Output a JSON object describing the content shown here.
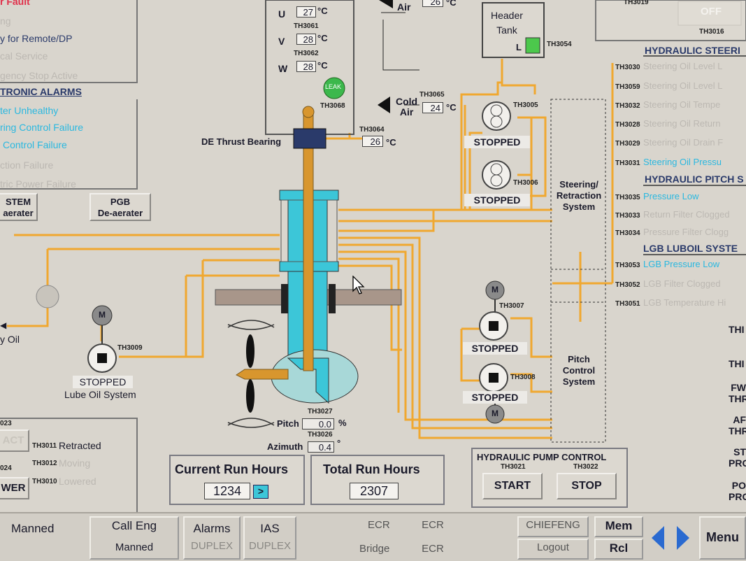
{
  "left_top": {
    "lines": [
      {
        "text": "r Fault",
        "color": "red"
      },
      {
        "text": "ng",
        "color": "grey"
      },
      {
        "text": "y for Remote/DP",
        "color": "dark"
      },
      {
        "text": "cal Service",
        "color": "grey"
      },
      {
        "text": "gency Stop Active",
        "color": "grey"
      }
    ]
  },
  "electronic_alarms": {
    "title": "TRONIC ALARMS",
    "items": [
      {
        "text": "ter Unhealthy",
        "color": "cyan"
      },
      {
        "text": "ring Control Failure",
        "color": "cyan"
      },
      {
        "text": "Control Failure",
        "color": "cyan"
      },
      {
        "text": "ction Failure",
        "color": "grey"
      },
      {
        "text": "tric Power Failure",
        "color": "grey"
      }
    ]
  },
  "left_buttons": {
    "system_deaerater": "STEM\naerater",
    "pgb_deaerater": "PGB\nDe-aerater"
  },
  "winding_temps": [
    {
      "phase": "U",
      "value": "27",
      "unit": "°C",
      "tag": "TH3061"
    },
    {
      "phase": "V",
      "value": "28",
      "unit": "°C",
      "tag": "TH3062"
    },
    {
      "phase": "W",
      "value": "28",
      "unit": "°C",
      "tag": "TH3068"
    }
  ],
  "leak_label": "LEAK",
  "air": {
    "hot_label": "Air",
    "hot_value": "26",
    "cold_label": "Cold\nAir",
    "cold_value": "24",
    "cold_tag": "TH3065",
    "unit": "°C"
  },
  "de_thrust": {
    "label": "DE Thrust Bearing",
    "value": "26",
    "unit": "°C",
    "tag": "TH3064"
  },
  "header_tank": {
    "label": "Header\nTank",
    "level": "L",
    "tag": "TH3054"
  },
  "top_right": {
    "off_label": "OFF",
    "tag1": "TH3019",
    "tag2": "TH3016"
  },
  "pumps": {
    "steer1": {
      "status": "STOPPED",
      "tag": "TH3005"
    },
    "steer2": {
      "status": "STOPPED",
      "tag": "TH3006"
    },
    "pitch1": {
      "status": "STOPPED",
      "tag": "TH3007",
      "motor": "M"
    },
    "pitch2": {
      "status": "STOPPED",
      "tag": "TH3008",
      "motor": "M"
    },
    "lube": {
      "status": "STOPPED",
      "tag": "TH3009",
      "motor": "M",
      "system": "Lube Oil System"
    }
  },
  "steering_system_label": "Steering/\nRetraction\nSystem",
  "pitch_system_label": "Pitch\nControl\nSystem",
  "oil_label": "y Oil",
  "pitch": {
    "label": "Pitch",
    "value": "0.0",
    "unit": "%",
    "tag": "TH3027"
  },
  "azimuth": {
    "label": "Azimuth",
    "value": "0.4",
    "unit": "°",
    "tag": "TH3026"
  },
  "retraction": {
    "tag_top": "023",
    "tag_mid": "024",
    "btn1": "ACT",
    "btn2": "WER",
    "rows": [
      {
        "tag": "TH3011",
        "text": "Retracted",
        "color": "dark"
      },
      {
        "tag": "TH3012",
        "text": "Moving",
        "color": "grey"
      },
      {
        "tag": "TH3010",
        "text": "Lowered",
        "color": "grey"
      }
    ]
  },
  "run_hours": {
    "current_label": "Current Run Hours",
    "current_value": "1234",
    "arrow": ">",
    "total_label": "Total Run Hours",
    "total_value": "2307"
  },
  "hydraulic_pump_control": {
    "title": "HYDRAULIC PUMP CONTROL",
    "start_tag": "TH3021",
    "stop_tag": "TH3022",
    "start_label": "START",
    "stop_label": "STOP"
  },
  "hydraulic_steering": {
    "title": "HYDRAULIC STEERI",
    "rows": [
      {
        "tag": "TH3030",
        "text": "Steering Oil Level L",
        "color": "grey"
      },
      {
        "tag": "TH3059",
        "text": "Steering Oil Level L",
        "color": "grey"
      },
      {
        "tag": "TH3032",
        "text": "Steering Oil Tempe",
        "color": "grey"
      },
      {
        "tag": "TH3028",
        "text": "Steering Oil Return",
        "color": "grey"
      },
      {
        "tag": "TH3029",
        "text": "Steering Oil Drain F",
        "color": "grey"
      },
      {
        "tag": "TH3031",
        "text": "Steering Oil Pressu",
        "color": "cyan"
      }
    ]
  },
  "hydraulic_pitch": {
    "title": "HYDRAULIC PITCH S",
    "rows": [
      {
        "tag": "TH3035",
        "text": "Pressure Low",
        "color": "cyan"
      },
      {
        "tag": "TH3033",
        "text": "Return Filter Clogged",
        "color": "grey"
      },
      {
        "tag": "TH3034",
        "text": "Pressure Filter Clogg",
        "color": "grey"
      }
    ]
  },
  "lgb_luboil": {
    "title": "LGB LUBOIL SYSTE",
    "rows": [
      {
        "tag": "TH3053",
        "text": "LGB Pressure Low",
        "color": "cyan"
      },
      {
        "tag": "TH3052",
        "text": "LGB Filter Clogged",
        "color": "grey"
      },
      {
        "tag": "TH3051",
        "text": "LGB Temperature Hi",
        "color": "grey"
      }
    ]
  },
  "right_edge": [
    "THI",
    "THI",
    "FW\nTHR",
    "AF\nTHR",
    "ST\nPRO",
    "PO\nPRO"
  ],
  "bottom": {
    "manned": "Manned",
    "call_eng": "Call Eng",
    "call_eng_sub": "Manned",
    "alarms": "Alarms",
    "alarms_sub": "DUPLEX",
    "ias": "IAS",
    "ias_sub": "DUPLEX",
    "ecr_label": "ECR",
    "ecr_value": "ECR",
    "bridge_label": "Bridge",
    "bridge_value": "ECR",
    "chiefeng": "CHIEFENG",
    "logout": "Logout",
    "mem": "Mem",
    "rcl": "Rcl",
    "menu": "Menu"
  },
  "colors": {
    "pipe": "#f0a830",
    "shaft": "#d8962e",
    "cyan": "#3cc6d8",
    "background": "#d9d5cd"
  }
}
